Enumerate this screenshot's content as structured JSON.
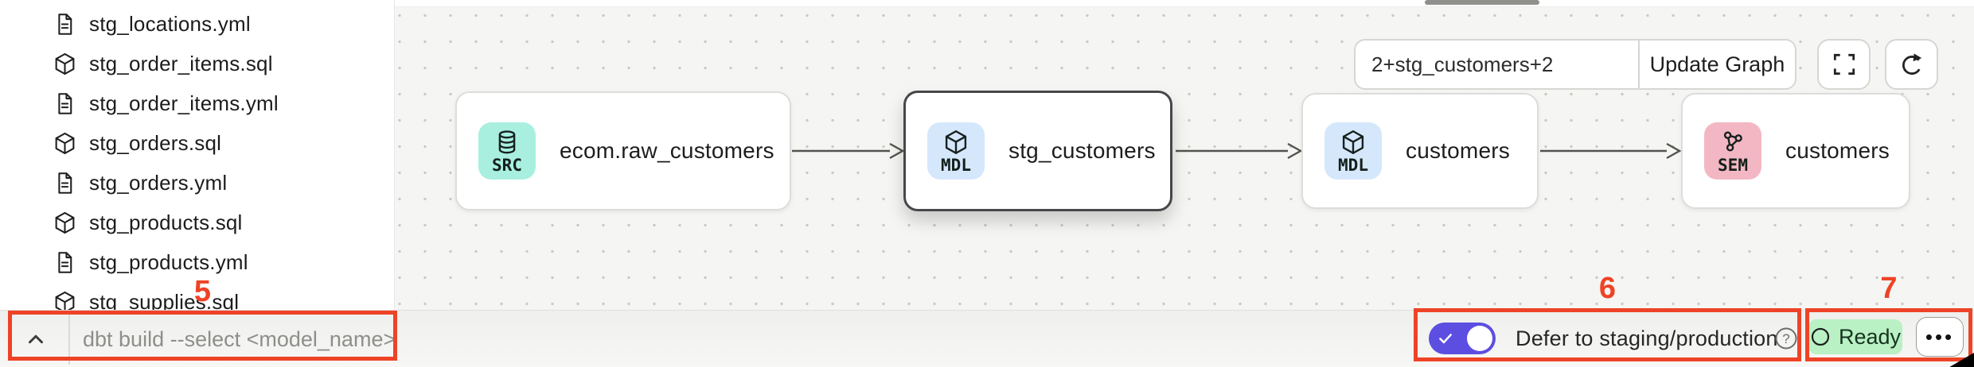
{
  "sidebar": {
    "files": [
      {
        "name": "stg_locations.yml",
        "kind": "yml"
      },
      {
        "name": "stg_order_items.sql",
        "kind": "sql"
      },
      {
        "name": "stg_order_items.yml",
        "kind": "yml"
      },
      {
        "name": "stg_orders.sql",
        "kind": "sql"
      },
      {
        "name": "stg_orders.yml",
        "kind": "yml"
      },
      {
        "name": "stg_products.sql",
        "kind": "sql"
      },
      {
        "name": "stg_products.yml",
        "kind": "yml"
      },
      {
        "name": "stg_supplies.sql",
        "kind": "sql",
        "note": "partially hidden behind command bar"
      }
    ]
  },
  "canvas": {
    "controls": {
      "selector_value": "2+stg_customers+2",
      "update_button": "Update Graph"
    },
    "nodes": [
      {
        "badge": "SRC",
        "name": "ecom.raw_customers",
        "selected": false,
        "badge_color": "#a9efe0"
      },
      {
        "badge": "MDL",
        "name": "stg_customers",
        "selected": true,
        "badge_color": "#d5e7fb"
      },
      {
        "badge": "MDL",
        "name": "customers",
        "selected": false,
        "badge_color": "#d5e7fb"
      },
      {
        "badge": "SEM",
        "name": "customers",
        "selected": false,
        "badge_color": "#f3b7c3"
      }
    ]
  },
  "bottom_bar": {
    "command_placeholder": "dbt build --select <model_name>",
    "defer_label": "Defer to staging/production",
    "status_label": "Ready",
    "ellipsis_label": "•••"
  },
  "annotations": [
    {
      "label": "5"
    },
    {
      "label": "6"
    },
    {
      "label": "7"
    }
  ],
  "colors": {
    "annotation_red": "#ee4326",
    "toggle_accent": "#5c4ee0",
    "ready_badge_bg": "#b9f1c4",
    "badge_src": "#a9efe0",
    "badge_mdl": "#d5e7fb",
    "badge_sem": "#f3b7c3",
    "canvas_bg": "#f5f5f3"
  }
}
